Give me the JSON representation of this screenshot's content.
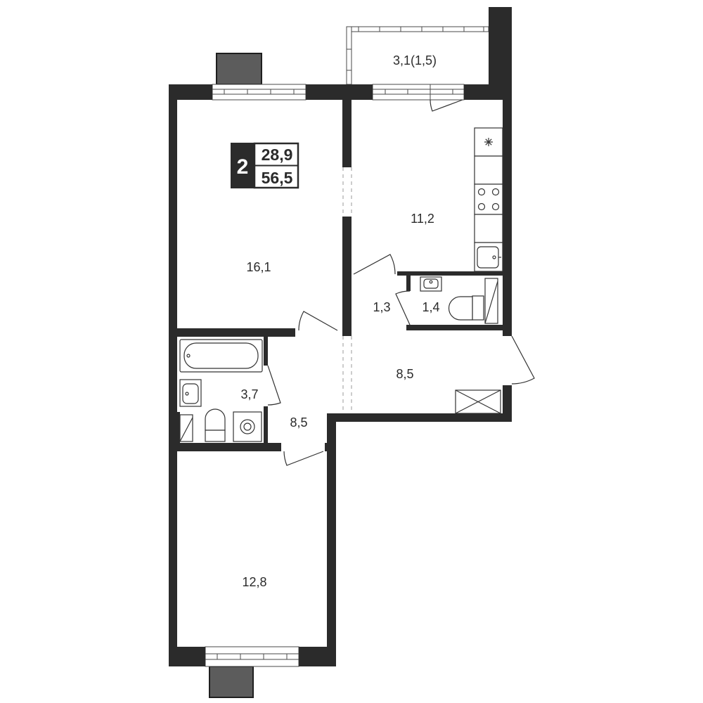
{
  "badge": {
    "rooms": "2",
    "living_area": "28,9",
    "total_area": "56,5"
  },
  "areas": {
    "balcony": "3,1(1,5)",
    "room_upper": "16,1",
    "kitchen": "11,2",
    "vestibule": "1,3",
    "toilet": "1,4",
    "hall_right": "8,5",
    "bathroom": "3,7",
    "hall_left": "8,5",
    "room_lower": "12,8"
  },
  "icons": {
    "fridge": "snowflake-icon",
    "stove": "stove-icon",
    "kitchen_sink": "sink-icon",
    "bathtub": "bathtub-icon",
    "bathroom_sink": "sink-icon",
    "washing_machine": "washing-machine-icon",
    "toilet": "toilet-icon",
    "shaft": "ventilation-shaft-icon"
  },
  "colors": {
    "wall": "#2b2b2b",
    "outdoor_unit": "#5c5c5c",
    "line": "#333333",
    "background": "#ffffff"
  }
}
